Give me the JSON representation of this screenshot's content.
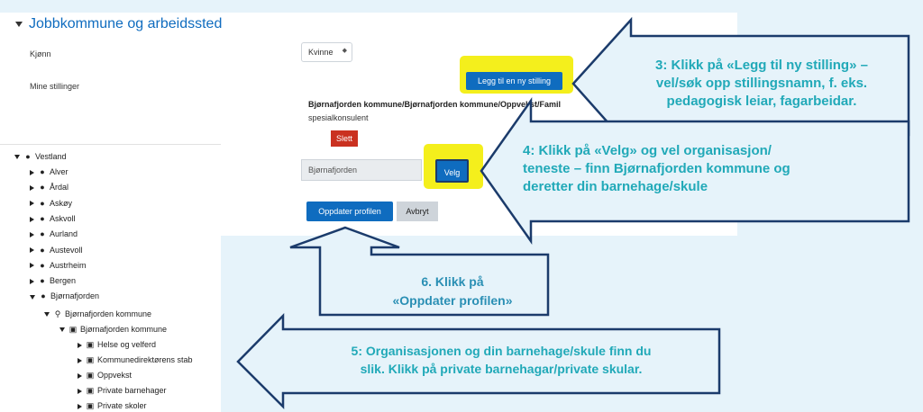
{
  "section": {
    "title": "Jobbkommune og arbeidssted"
  },
  "form": {
    "gender_label": "Kjønn",
    "gender_value": "Kvinne",
    "positions_label": "Mine stillinger",
    "add_position_button": "Legg til en ny stilling",
    "position_path": "Bjørnafjorden kommune/Bjørnafjorden kommune/Oppvekst/Famil",
    "position_title": "spesialkonsulent",
    "delete_button": "Slett",
    "org_input_value": "Bjørnafjorden",
    "choose_button": "Velg",
    "update_button": "Oppdater profilen",
    "cancel_button": "Avbryt"
  },
  "tree": {
    "root": "Vestland",
    "municipalities": [
      "Alver",
      "Årdal",
      "Askøy",
      "Askvoll",
      "Aurland",
      "Austevoll",
      "Austrheim",
      "Bergen",
      "Bjørnafjorden"
    ],
    "org_level1": "Bjørnafjorden kommune",
    "org_level2": "Bjørnafjorden kommune",
    "units": [
      "Helse og velferd",
      "Kommunedirektørens stab",
      "Oppvekst",
      "Private barnehager",
      "Private skoler"
    ]
  },
  "callouts": {
    "step3": [
      "3: Klikk på «Legg til ny stilling» –",
      "vel/søk opp stillingsnamn, f. eks.",
      "pedagogisk leiar, fagarbeidar."
    ],
    "step4": [
      "4: Klikk på «Velg» og vel organisasjon/",
      "teneste – finn Bjørnafjorden kommune og",
      "deretter din barnehage/skule"
    ],
    "step6": [
      "6. Klikk på",
      "«Oppdater profilen»"
    ],
    "step5": [
      "5: Organisasjonen og din barnehage/skule finn du",
      "slik. Klikk på private barnehagar/private skular."
    ]
  },
  "colors": {
    "callout_text": "#21a9b8",
    "arrow_outline": "#1b3b6b",
    "highlight": "#f4ef1c",
    "primary": "#0f6cbf",
    "danger": "#ca3120"
  },
  "icons": {
    "location": "map-pin-icon",
    "key": "key-icon",
    "org": "briefcase-icon"
  }
}
